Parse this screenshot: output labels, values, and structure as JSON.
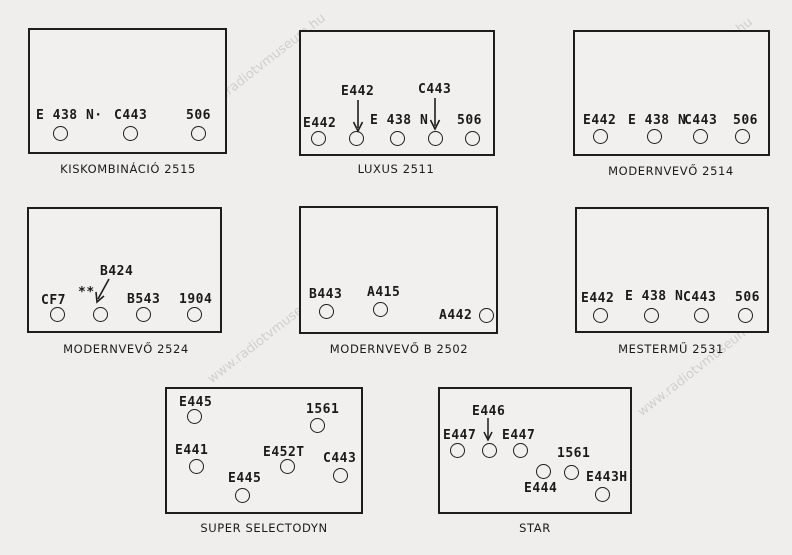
{
  "watermark": "www.radiotvmuseum.hu",
  "panels": [
    {
      "caption": "KISKOMBINÁCIÓ 2515",
      "labels": [
        "E 438 N·",
        "C443",
        "506"
      ]
    },
    {
      "caption": "LUXUS 2511",
      "labels": [
        "E442",
        "E442",
        "C443",
        "E 438 N",
        "506"
      ]
    },
    {
      "caption": "MODERNVEVŐ 2514",
      "labels": [
        "E442",
        "E 438 N",
        "C443",
        "506"
      ]
    },
    {
      "caption": "MODERNVEVŐ 2524",
      "labels": [
        "B424",
        "**",
        "CF7",
        "B543",
        "1904"
      ]
    },
    {
      "caption": "MODERNVEVŐ B 2502",
      "labels": [
        "B443",
        "A415",
        "A442"
      ]
    },
    {
      "caption": "MESTERMŰ 2531",
      "labels": [
        "E442",
        "E 438 N",
        "C443",
        "506"
      ]
    },
    {
      "caption": "SUPER SELECTODYN",
      "labels": [
        "E445",
        "1561",
        "E441",
        "E452T",
        "C443",
        "E445"
      ]
    },
    {
      "caption": "STAR",
      "labels": [
        "E446",
        "E447",
        "E447",
        "1561",
        "E444",
        "E443H"
      ]
    }
  ]
}
